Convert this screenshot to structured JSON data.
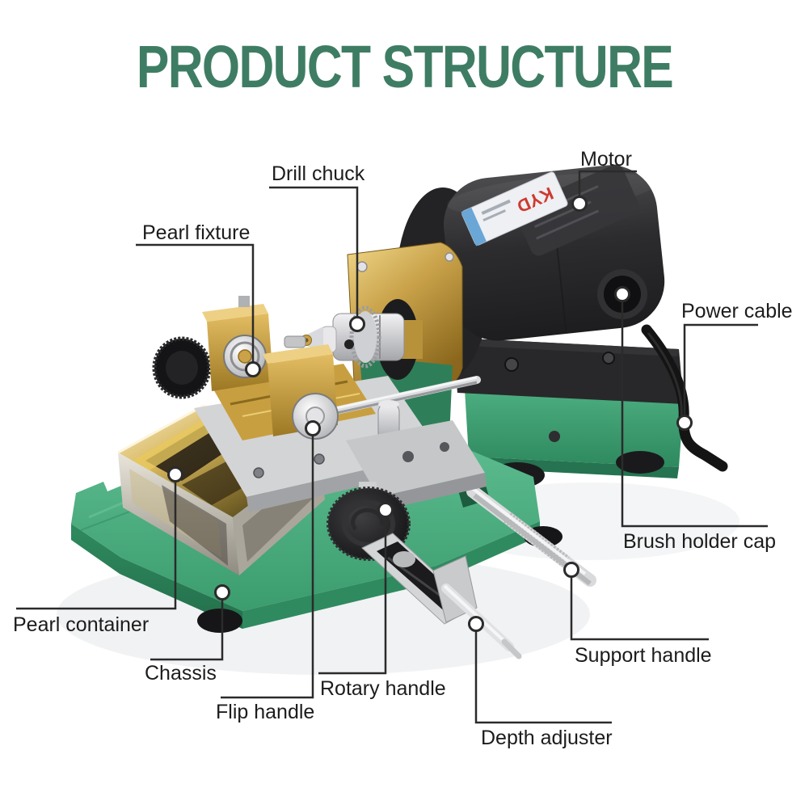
{
  "title": "PRODUCT STRUCTURE",
  "motor_sticker_text": "KYD",
  "labels": {
    "drill_chuck": "Drill chuck",
    "motor": "Motor",
    "pearl_fixture": "Pearl fixture",
    "power_cable": "Power cable",
    "brush_holder_cap": "Brush holder cap",
    "pearl_container": "Pearl container",
    "chassis": "Chassis",
    "flip_handle": "Flip handle",
    "rotary_handle": "Rotary handle",
    "depth_adjuster": "Depth adjuster",
    "support_handle": "Support handle"
  },
  "palette": {
    "title_green": "#3e7d64",
    "callout_line": "#2b2b2b",
    "label_text": "#1c1c1c",
    "chassis_green": "#44a87a",
    "motor_dark": "#2c2c2e",
    "brass": "#c9a24a",
    "gold_plate": "#d8b84e",
    "steel": "#d6d7d9",
    "sticker_red": "#ce3a31",
    "sticker_blue": "#6aa6d6"
  }
}
